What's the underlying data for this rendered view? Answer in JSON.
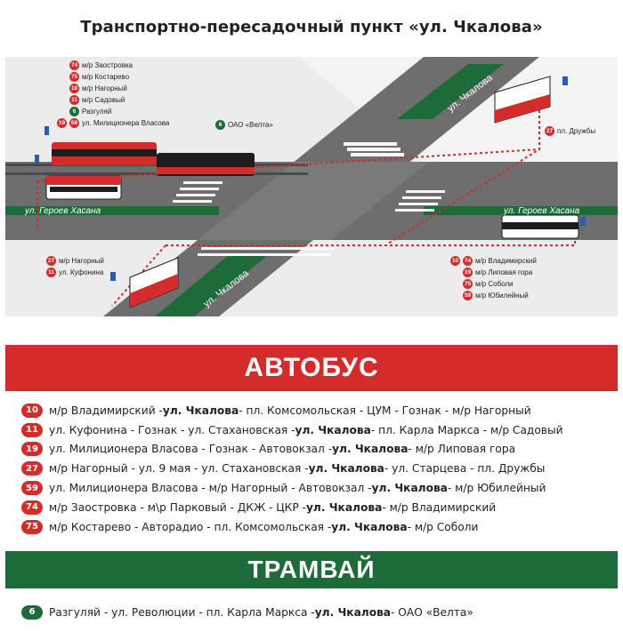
{
  "title": "Транспортно-пересадочный пункт «ул. Чкалова»",
  "map": {
    "streets": {
      "chkalova_top": "ул. Чкалова",
      "chkalova_bottom": "ул. Чкалова",
      "heroev_left": "ул. Героев Хасана",
      "heroev_right": "ул. Героев Хасана"
    },
    "stop_top_left": [
      {
        "num": "74",
        "label": "м/р Заостровка"
      },
      {
        "num": "75",
        "label": "м/р Костарево"
      },
      {
        "num": "10",
        "label": "м/р Нагорный"
      },
      {
        "num": "11",
        "label": "м/р Садовый"
      },
      {
        "num": "6",
        "label": "Разгуляй",
        "tram": true
      },
      {
        "num1": "19",
        "num2": "59",
        "label": "ул. Милиционера Власова"
      }
    ],
    "stop_top_center": {
      "num": "6",
      "label": "ОАО «Велта»"
    },
    "stop_top_right": {
      "num": "27",
      "label": "пл. Дружбы"
    },
    "stop_bottom_left": [
      {
        "num": "27",
        "label": "м/р Нагорный"
      },
      {
        "num": "11",
        "label": "ул. Куфонина"
      }
    ],
    "stop_bottom_right": [
      {
        "num1": "10",
        "num2": "74",
        "label": "м/р Владимирский"
      },
      {
        "num": "19",
        "label": "м/р Липовая гора"
      },
      {
        "num": "75",
        "label": "м/р Соболи"
      },
      {
        "num": "59",
        "label": "м/р Юбилейный"
      }
    ]
  },
  "bus": {
    "heading": "АВТОБУС",
    "routes": [
      {
        "num": "10",
        "pre": "м/р Владимирский - ",
        "stop": "ул. Чкалова",
        "post": " - пл. Комсомольская - ЦУМ - Гознак - м/р Нагорный"
      },
      {
        "num": "11",
        "pre": "ул. Куфонина - Гознак - ул. Стахановская - ",
        "stop": "ул. Чкалова",
        "post": " - пл. Карла Маркса - м/р Садовый"
      },
      {
        "num": "19",
        "pre": "ул. Милиционера Власова - Гознак - Автовокзал - ",
        "stop": "ул. Чкалова",
        "post": " - м/р Липовая гора"
      },
      {
        "num": "27",
        "pre": "м/р Нагорный - ул. 9 мая - ул. Стахановская - ",
        "stop": "ул. Чкалова",
        "post": " - ул. Старцева - пл. Дружбы"
      },
      {
        "num": "59",
        "pre": "ул. Милиционера Власова - м/р Нагорный - Автовокзал - ",
        "stop": "ул. Чкалова",
        "post": " - м/р Юбилейный"
      },
      {
        "num": "74",
        "pre": "м/р Заостровка - м\\р Парковый - ДКЖ - ЦКР - ",
        "stop": "ул. Чкалова",
        "post": " - м/р Владимирский"
      },
      {
        "num": "75",
        "pre": "м/р Костарево - Авторадио - пл. Комсомольская - ",
        "stop": "ул. Чкалова",
        "post": " - м/р Соболи"
      }
    ]
  },
  "tram": {
    "heading": "ТРАМВАЙ",
    "routes": [
      {
        "num": "6",
        "pre": "Разгуляй - ул. Революции - пл. Карла Маркса - ",
        "stop": "ул. Чкалова",
        "post": " - ОАО «Велта»"
      }
    ]
  },
  "colors": {
    "bus_red": "#d42b2b",
    "tram_green": "#1d6b38",
    "road": "#6e6e6e"
  }
}
